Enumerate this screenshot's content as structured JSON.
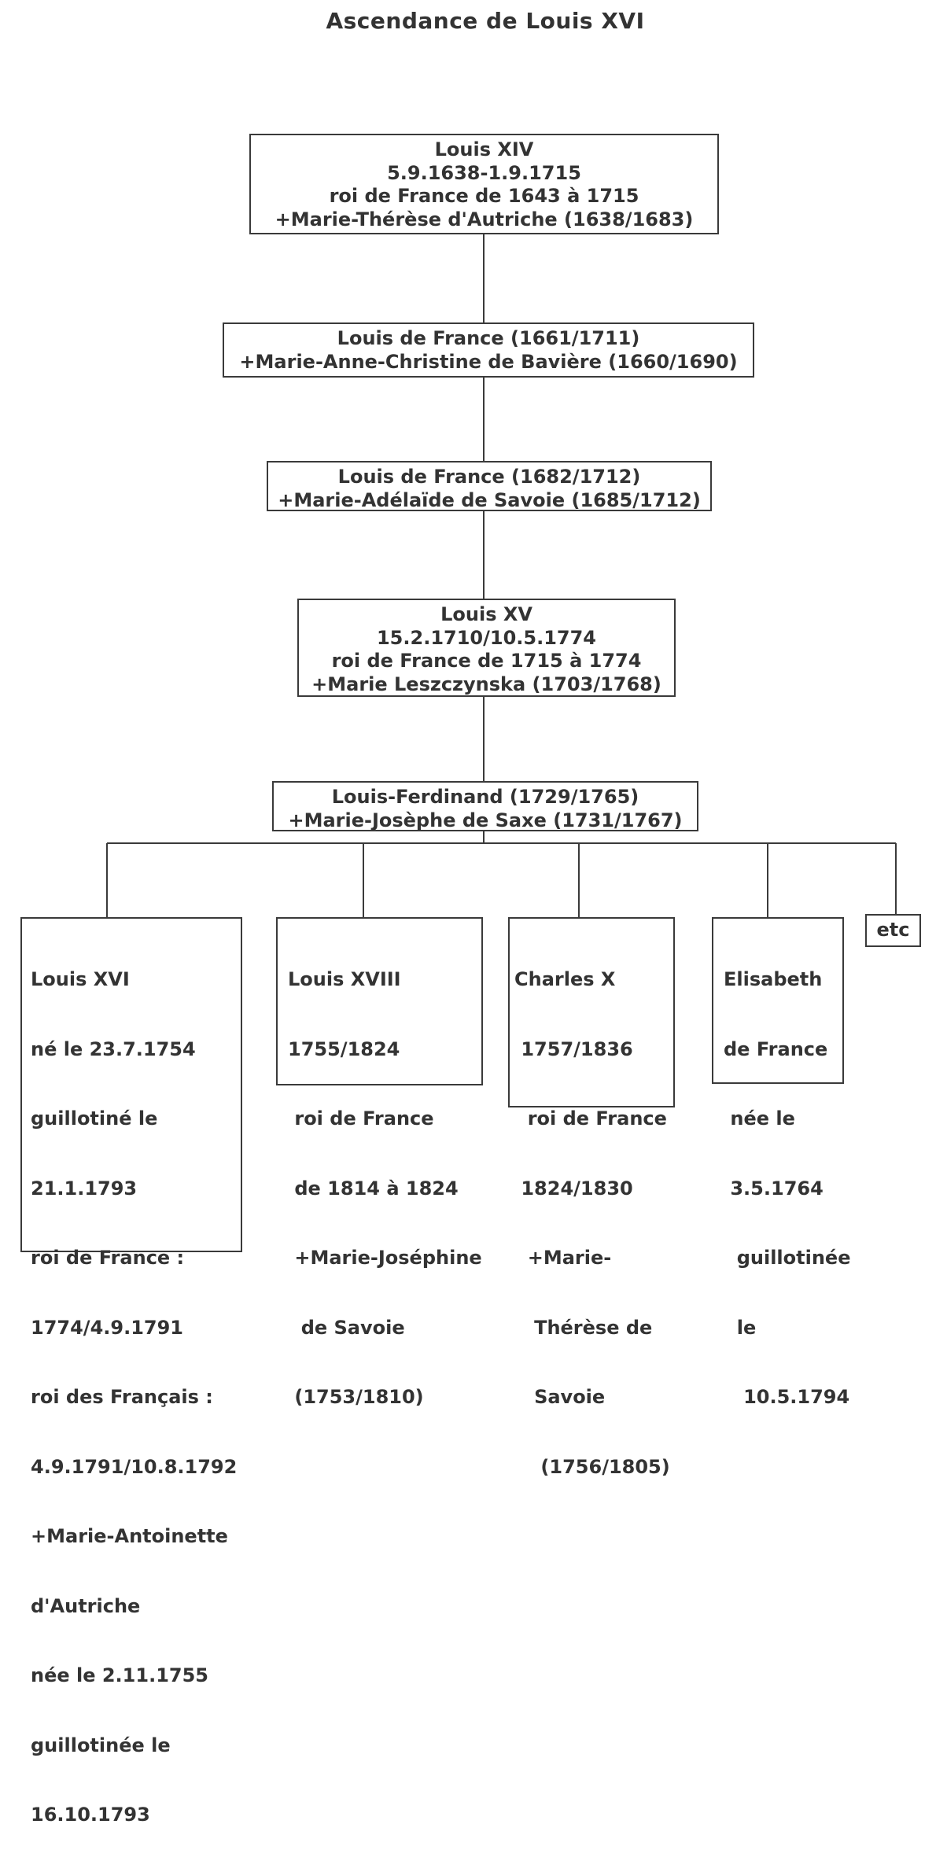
{
  "title": "Ascendance de Louis XVI",
  "line_color": "#3a3a3a",
  "generations": [
    {
      "id": "louis-xiv",
      "lines": [
        "Louis XIV",
        "5.9.1638-1.9.1715",
        "roi de France de 1643 à 1715",
        "+Marie-Thérèse d'Autriche (1638/1683)"
      ]
    },
    {
      "id": "louis-dauphin",
      "lines": [
        "Louis de France (1661/1711)",
        "+Marie-Anne-Christine de Bavière (1660/1690)"
      ]
    },
    {
      "id": "louis-bourgogne",
      "lines": [
        "Louis de France (1682/1712)",
        "+Marie-Adélaïde de Savoie (1685/1712)"
      ]
    },
    {
      "id": "louis-xv",
      "lines": [
        "Louis XV",
        "15.2.1710/10.5.1774",
        "roi de France de 1715 à 1774",
        "+Marie Leszczynska (1703/1768)"
      ]
    },
    {
      "id": "louis-ferdinand",
      "lines": [
        "Louis-Ferdinand (1729/1765)",
        "+Marie-Josèphe de Saxe (1731/1767)"
      ]
    }
  ],
  "children": [
    {
      "id": "louis-xvi",
      "lines": [
        "Louis XVI",
        "né le 23.7.1754",
        "guillotiné le",
        "21.1.1793",
        "roi de France :",
        "1774/4.9.1791",
        "roi des Français :",
        "4.9.1791/10.8.1792",
        "+Marie-Antoinette",
        "d'Autriche",
        "née le 2.11.1755",
        "guillotinée le",
        "16.10.1793"
      ]
    },
    {
      "id": "louis-xviii",
      "lines": [
        "Louis XVIII",
        "1755/1824",
        " roi de France",
        " de 1814 à 1824",
        " +Marie-Joséphine",
        "  de Savoie",
        " (1753/1810)"
      ]
    },
    {
      "id": "charles-x",
      "lines": [
        "Charles X",
        " 1757/1836",
        "  roi de France",
        " 1824/1830",
        "  +Marie-",
        "   Thérèse de",
        "   Savoie",
        "    (1756/1805)"
      ]
    },
    {
      "id": "elisabeth",
      "lines": [
        "Elisabeth",
        "de France",
        " née le",
        " 3.5.1764",
        "  guillotinée",
        "  le",
        "   10.5.1794"
      ]
    },
    {
      "id": "etc",
      "lines": [
        "etc"
      ]
    }
  ]
}
